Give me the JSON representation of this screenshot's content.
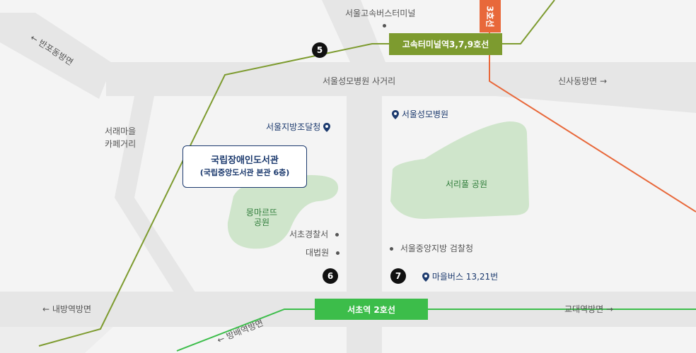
{
  "library": {
    "name": "국립장애인도서관",
    "sub": "(국립중앙도서관 본관 6층)"
  },
  "stations": {
    "goseok": "고속터미널역3,7,9호선",
    "seocho": "서초역 2호선",
    "line3": "3호선"
  },
  "markers": {
    "m5": "5",
    "m6": "6",
    "m7": "7"
  },
  "roads": {
    "banpo": "← 반포동방면",
    "bus_terminal": "서울고속버스터미널",
    "hospital_crossroad": "서울성모병원 사거리",
    "sinsa": "신사동방면 →",
    "seorae": "서래마을",
    "seorae2": "카페거리",
    "naebang": "← 내방역방면",
    "bangbae": "← 방배역방면",
    "gyodae": "교대역방면 →"
  },
  "places": {
    "procurement": "서울지방조달청",
    "hospital": "서울성모병원",
    "seocho_police": "서초경찰서",
    "supreme_court": "대법원",
    "prosecutor": "서울중앙지방 검찰청",
    "bus": "마을버스 13,21번",
    "montmartre1": "몽마르뜨",
    "montmartre2": "공원",
    "seoripul": "서리풀 공원"
  },
  "colors": {
    "olive": "#7d9b2f",
    "green": "#3cbd4a",
    "orange": "#e8683a",
    "navy": "#1c3a6e"
  }
}
